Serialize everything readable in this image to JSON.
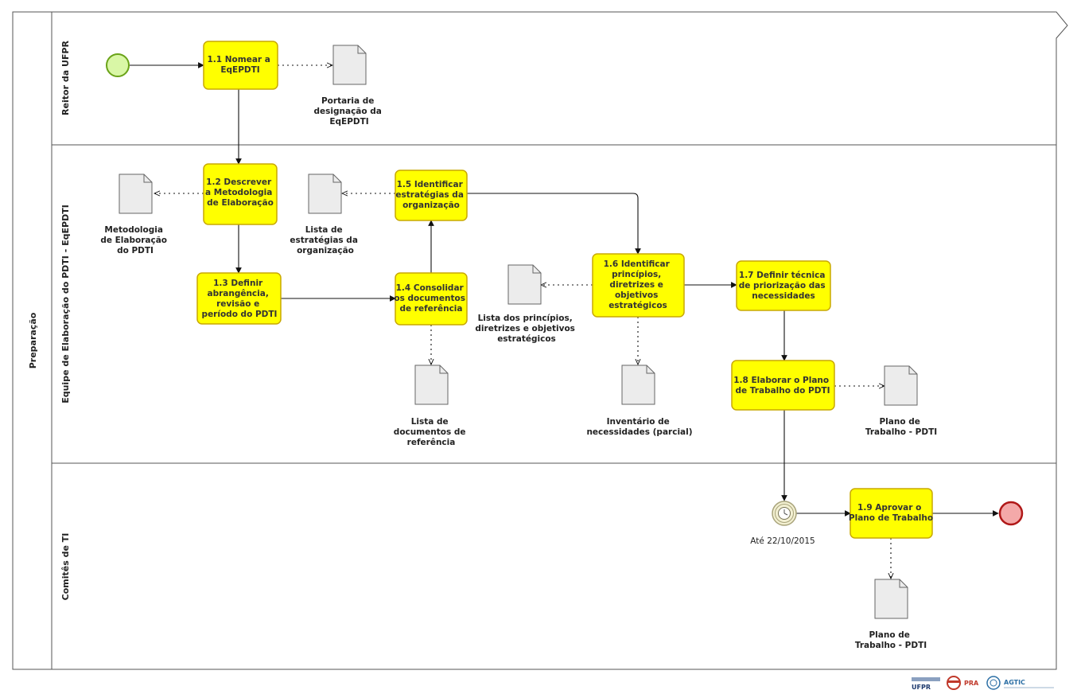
{
  "pool": {
    "label": "Preparação"
  },
  "lanes": [
    {
      "id": "reitor",
      "label": "Reitor da UFPR"
    },
    {
      "id": "equipe",
      "label": "Equipe de Elaboração do PDTI - EqEPDTI"
    },
    {
      "id": "comites",
      "label": "Comitês de TI"
    }
  ],
  "tasks": [
    {
      "id": "t1_1",
      "lines": [
        "1.1 Nomear a",
        "EqEPDTI"
      ]
    },
    {
      "id": "t1_2",
      "lines": [
        "1.2 Descrever",
        "a Metodologia",
        "de Elaboração"
      ]
    },
    {
      "id": "t1_3",
      "lines": [
        "1.3 Definir",
        "abrangência,",
        "revisão e",
        "período do PDTI"
      ]
    },
    {
      "id": "t1_4",
      "lines": [
        "1.4 Consolidar",
        "os documentos",
        "de referência"
      ]
    },
    {
      "id": "t1_5",
      "lines": [
        "1.5 Identificar",
        "estratégias da",
        "organização"
      ]
    },
    {
      "id": "t1_6",
      "lines": [
        "1.6 Identificar",
        "princípios,",
        "diretrizes e",
        "objetivos",
        "estratégicos"
      ]
    },
    {
      "id": "t1_7",
      "lines": [
        "1.7 Definir técnica",
        "de priorização das",
        "necessidades"
      ]
    },
    {
      "id": "t1_8",
      "lines": [
        "1.8 Elaborar o Plano",
        "de Trabalho do PDTI"
      ]
    },
    {
      "id": "t1_9",
      "lines": [
        "1.9 Aprovar o",
        "Plano de Trabalho"
      ]
    }
  ],
  "documents": [
    {
      "id": "d_portaria",
      "lines": [
        "Portaria de",
        "designação da",
        "EqEPDTI"
      ]
    },
    {
      "id": "d_metodologia",
      "lines": [
        "Metodologia",
        "de Elaboração",
        "do PDTI"
      ]
    },
    {
      "id": "d_estrategias",
      "lines": [
        "Lista de",
        "estratégias da",
        "organização"
      ]
    },
    {
      "id": "d_principios",
      "lines": [
        "Lista dos princípios,",
        "diretrizes e objetivos",
        "estratégicos"
      ]
    },
    {
      "id": "d_referencia",
      "lines": [
        "Lista de",
        "documentos de",
        "referência"
      ]
    },
    {
      "id": "d_inventario",
      "lines": [
        "Inventário de",
        "necessidades (parcial)"
      ]
    },
    {
      "id": "d_plano1",
      "lines": [
        "Plano de",
        "Trabalho - PDTI"
      ]
    },
    {
      "id": "d_plano2",
      "lines": [
        "Plano de",
        "Trabalho - PDTI"
      ]
    }
  ],
  "timer_event": {
    "label": "Até 22/10/2015"
  },
  "logos": [
    {
      "id": "logo_ufpr",
      "text": "UFPR"
    },
    {
      "id": "logo_pra",
      "text": "PRA"
    },
    {
      "id": "logo_agtic",
      "text": "AGTIC"
    }
  ],
  "colors": {
    "task_fill": "#ffff00",
    "task_stroke": "#c9a800",
    "start_fill": "#d9f7a6",
    "start_stroke": "#6aa318",
    "end_fill": "#f4a9a9",
    "end_stroke": "#b01818",
    "timer_fill": "#f3f0d2",
    "timer_stroke": "#a8a37a",
    "doc_fill": "#ececec",
    "line": "#111111",
    "border": "#444444"
  }
}
